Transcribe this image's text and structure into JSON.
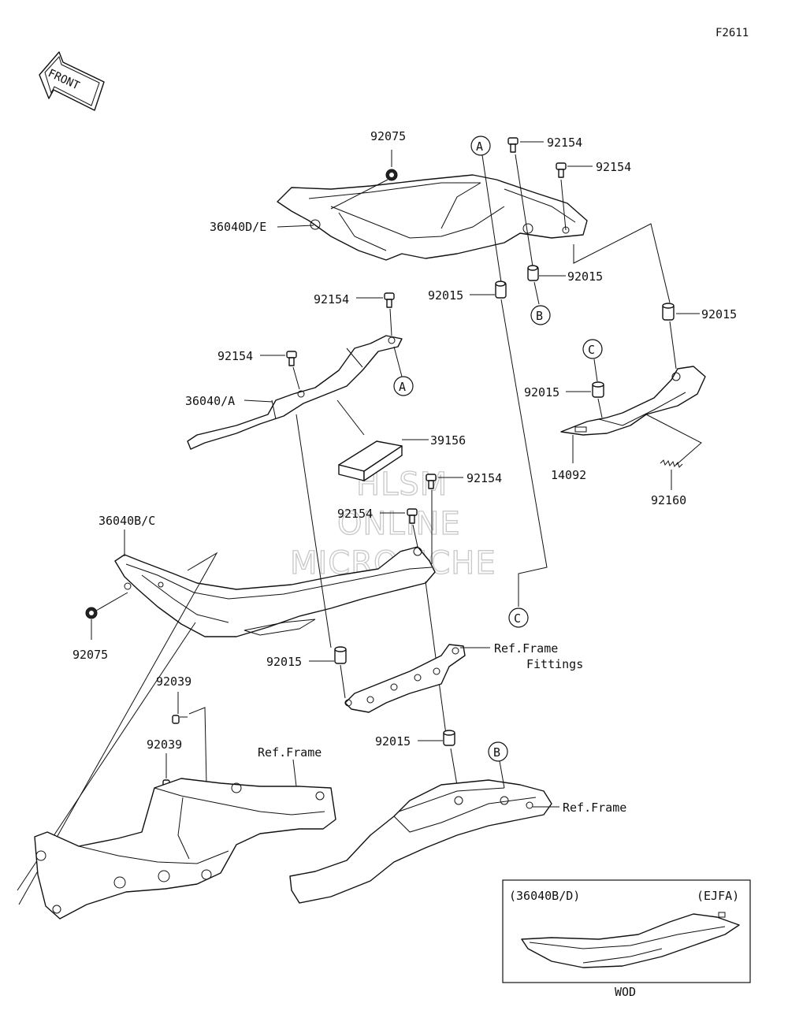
{
  "diagram_code": "F2611",
  "front_label": "FRONT",
  "watermark": [
    "HLSM",
    "ONLINE",
    "MICROFICHE"
  ],
  "callouts": {
    "c_92075_top": "92075",
    "c_36040de": "36040D/E",
    "c_92154_a": "92154",
    "c_92154_b": "92154",
    "c_92015_mid": "92015",
    "c_92015_right_b": "92015",
    "c_92015_far": "92015",
    "c_92154_c": "92154",
    "c_92154_d": "92154",
    "c_36040a": "36040/A",
    "c_39156": "39156",
    "c_92015_c": "92015",
    "c_14092": "14092",
    "c_92160": "92160",
    "c_92154_e": "92154",
    "c_92154_f": "92154",
    "c_36040bc": "36040B/C",
    "c_92075_left": "92075",
    "c_92015_low": "92015",
    "c_ref_fittings_1": "Ref.Frame",
    "c_ref_fittings_2": "Fittings",
    "c_92039_a": "92039",
    "c_92039_b": "92039",
    "c_ref_frame_l": "Ref.Frame",
    "c_92015_bot": "92015",
    "c_ref_frame_r": "Ref.Frame"
  },
  "markers": {
    "A": "A",
    "B": "B",
    "C": "C"
  },
  "inset": {
    "left_label": "(36040B/D)",
    "right_label": "(EJFA)",
    "caption": "WOD"
  }
}
